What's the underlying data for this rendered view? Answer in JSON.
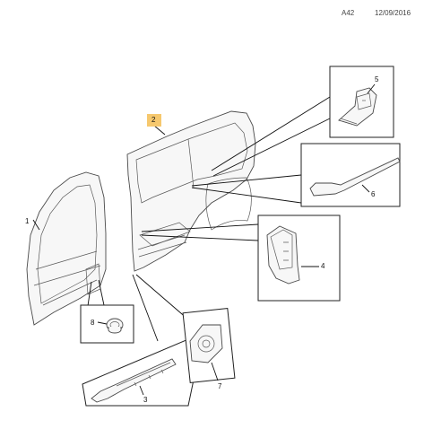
{
  "header": {
    "code": "A42",
    "date": "12/09/2016"
  },
  "callouts": {
    "c1": "1",
    "c2": "2",
    "c3": "3",
    "c4": "4",
    "c5": "5",
    "c6": "6",
    "c7": "7",
    "c8": "8"
  },
  "colors": {
    "highlight": "#f6c86e",
    "line": "#222222",
    "part_fill": "#f7f7f7"
  }
}
